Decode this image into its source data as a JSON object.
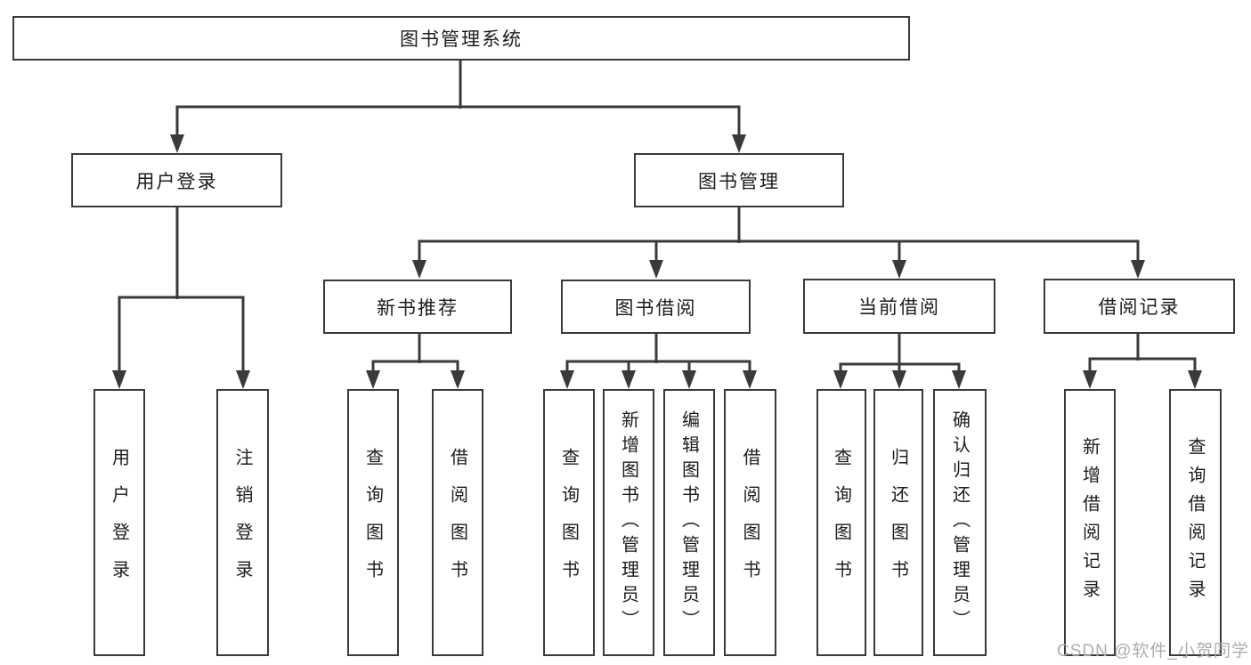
{
  "diagram": {
    "type": "tree",
    "nodes": {
      "root": "图书管理系统",
      "userLogin": "用户登录",
      "bookMgmt": "图书管理",
      "newBookRec": "新书推荐",
      "bookBorrow": "图书借阅",
      "currentBorrow": "当前借阅",
      "borrowRecords": "借阅记录",
      "leafUserLogin": "用户登录",
      "leafLogout": "注销登录",
      "leafQueryBook1": "查询图书",
      "leafBorrowBook1": "借阅图书",
      "leafQueryBook2": "查询图书",
      "leafAddBook": "新增图书（管理员）",
      "leafEditBook": "编辑图书（管理员）",
      "leafBorrowBook2": "借阅图书",
      "leafQueryBook3": "查询图书",
      "leafReturnBook": "归还图书",
      "leafConfirmReturn": "确认归还（管理员）",
      "leafAddRecord": "新增借阅记录",
      "leafQueryRecord": "查询借阅记录"
    },
    "hierarchy": {
      "图书管理系统": [
        "用户登录",
        "图书管理"
      ],
      "用户登录": [
        "用户登录",
        "注销登录"
      ],
      "图书管理": [
        "新书推荐",
        "图书借阅",
        "当前借阅",
        "借阅记录"
      ],
      "新书推荐": [
        "查询图书",
        "借阅图书"
      ],
      "图书借阅": [
        "查询图书",
        "新增图书（管理员）",
        "编辑图书（管理员）",
        "借阅图书"
      ],
      "当前借阅": [
        "查询图书",
        "归还图书",
        "确认归还（管理员）"
      ],
      "借阅记录": [
        "新增借阅记录",
        "查询借阅记录"
      ]
    },
    "colors": {
      "line": "#3a3a3a",
      "box_border": "#3a3a3a",
      "text": "#1c1c1c",
      "watermark": "#adadad",
      "background": "#ffffff"
    },
    "watermark": "CSDN @软件_小贺同学"
  }
}
